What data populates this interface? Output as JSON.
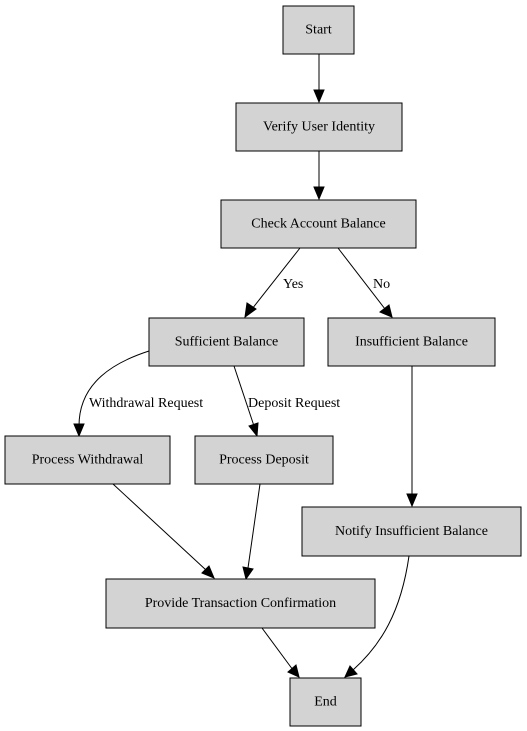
{
  "diagram": {
    "nodes": {
      "start": "Start",
      "verify": "Verify User Identity",
      "check": "Check Account Balance",
      "sufficient": "Sufficient Balance",
      "insufficient": "Insufficient Balance",
      "withdraw": "Process Withdrawal",
      "deposit": "Process Deposit",
      "notify": "Notify Insufficient Balance",
      "confirm": "Provide Transaction Confirmation",
      "end": "End"
    },
    "edges": {
      "yes": "Yes",
      "no": "No",
      "withdrawal_request": "Withdrawal Request",
      "deposit_request": "Deposit Request"
    },
    "colors": {
      "node_fill": "#d3d3d3",
      "stroke": "#000000",
      "background": "#ffffff"
    }
  }
}
